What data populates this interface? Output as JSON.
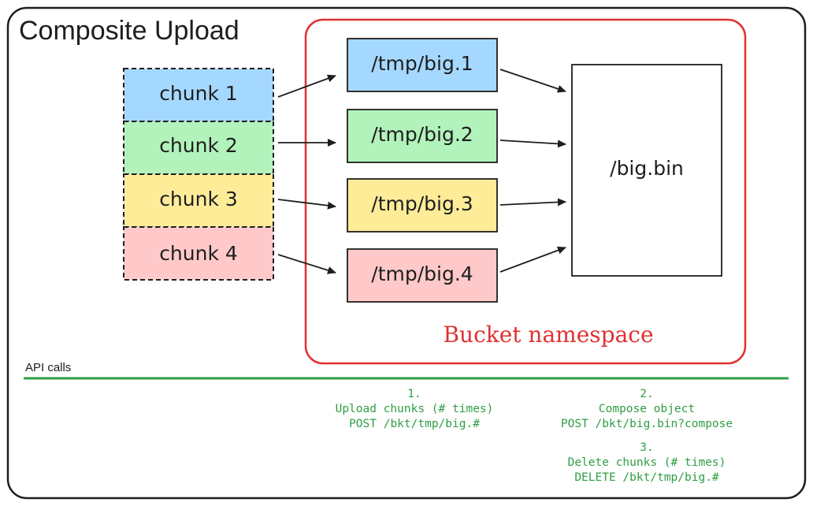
{
  "title": "Composite Upload",
  "chunks": [
    {
      "label": "chunk 1",
      "fill": "#a5d8ff"
    },
    {
      "label": "chunk 2",
      "fill": "#b2f2bb"
    },
    {
      "label": "chunk 3",
      "fill": "#ffec99"
    },
    {
      "label": "chunk 4",
      "fill": "#ffc9c9"
    }
  ],
  "temp_objects": [
    {
      "label": "/tmp/big.1",
      "fill": "#a5d8ff"
    },
    {
      "label": "/tmp/big.2",
      "fill": "#b2f2bb"
    },
    {
      "label": "/tmp/big.3",
      "fill": "#ffec99"
    },
    {
      "label": "/tmp/big.4",
      "fill": "#ffc9c9"
    }
  ],
  "final_object": {
    "label": "/big.bin",
    "fill": "#ffffff"
  },
  "bucket": {
    "label": "Bucket namespace",
    "color": "#e03131"
  },
  "api": {
    "label": "API calls",
    "line_color": "#2f9e44",
    "text_color": "#2f9e44",
    "steps": [
      {
        "lines": [
          "1.",
          "Upload chunks (# times)",
          "POST /bkt/tmp/big.#"
        ]
      },
      {
        "lines": [
          "2.",
          "Compose object",
          "POST /bkt/big.bin?compose"
        ]
      },
      {
        "lines": [
          "3.",
          "Delete chunks (# times)",
          "DELETE /bkt/tmp/big.#"
        ]
      }
    ]
  }
}
